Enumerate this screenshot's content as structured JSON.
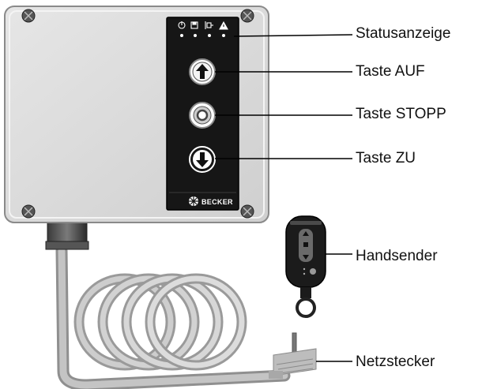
{
  "brand": "BECKER",
  "labels": {
    "status_display": "Statusanzeige",
    "button_up": "Taste AUF",
    "button_stop": "Taste STOPP",
    "button_down": "Taste ZU",
    "hand_transmitter": "Handsender",
    "mains_plug": "Netzstecker"
  },
  "status_icons": [
    "power-icon",
    "save-icon",
    "motor-icon",
    "warning-icon"
  ]
}
